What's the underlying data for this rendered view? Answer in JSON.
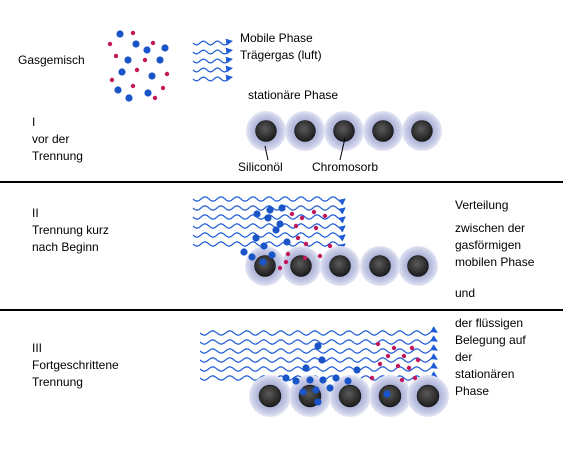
{
  "header": {
    "gas_mixture": "Gasgemisch",
    "mobile_phase": [
      "Mobile Phase",
      "Trägergas (luft)"
    ],
    "stationary_phase": "stationäre Phase"
  },
  "stages": [
    {
      "lines": [
        "I",
        "vor der",
        "Trennung"
      ]
    },
    {
      "lines": [
        "II",
        "Trennung kurz",
        "nach Beginn"
      ]
    },
    {
      "lines": [
        "III",
        "Fortgeschrittene",
        "Trennung"
      ]
    }
  ],
  "labels": {
    "silicone_oil": "Siliconöl",
    "chromosorb": "Chromosorb"
  },
  "explanation": {
    "part1": [
      "Verteilung",
      "zwischen der",
      "gasförmigen",
      "mobilen Phase"
    ],
    "and": "und",
    "part2": [
      "der flüssigen",
      "Belegung auf",
      "der",
      "stationären",
      "Phase"
    ]
  },
  "colors": {
    "flow_arrows": "#1e5bd8",
    "blue_molecule": "#1a55c8",
    "red_molecule": "#c0185a",
    "particle_core": "#2a2a2a",
    "particle_coating": "#c7cbe6"
  }
}
